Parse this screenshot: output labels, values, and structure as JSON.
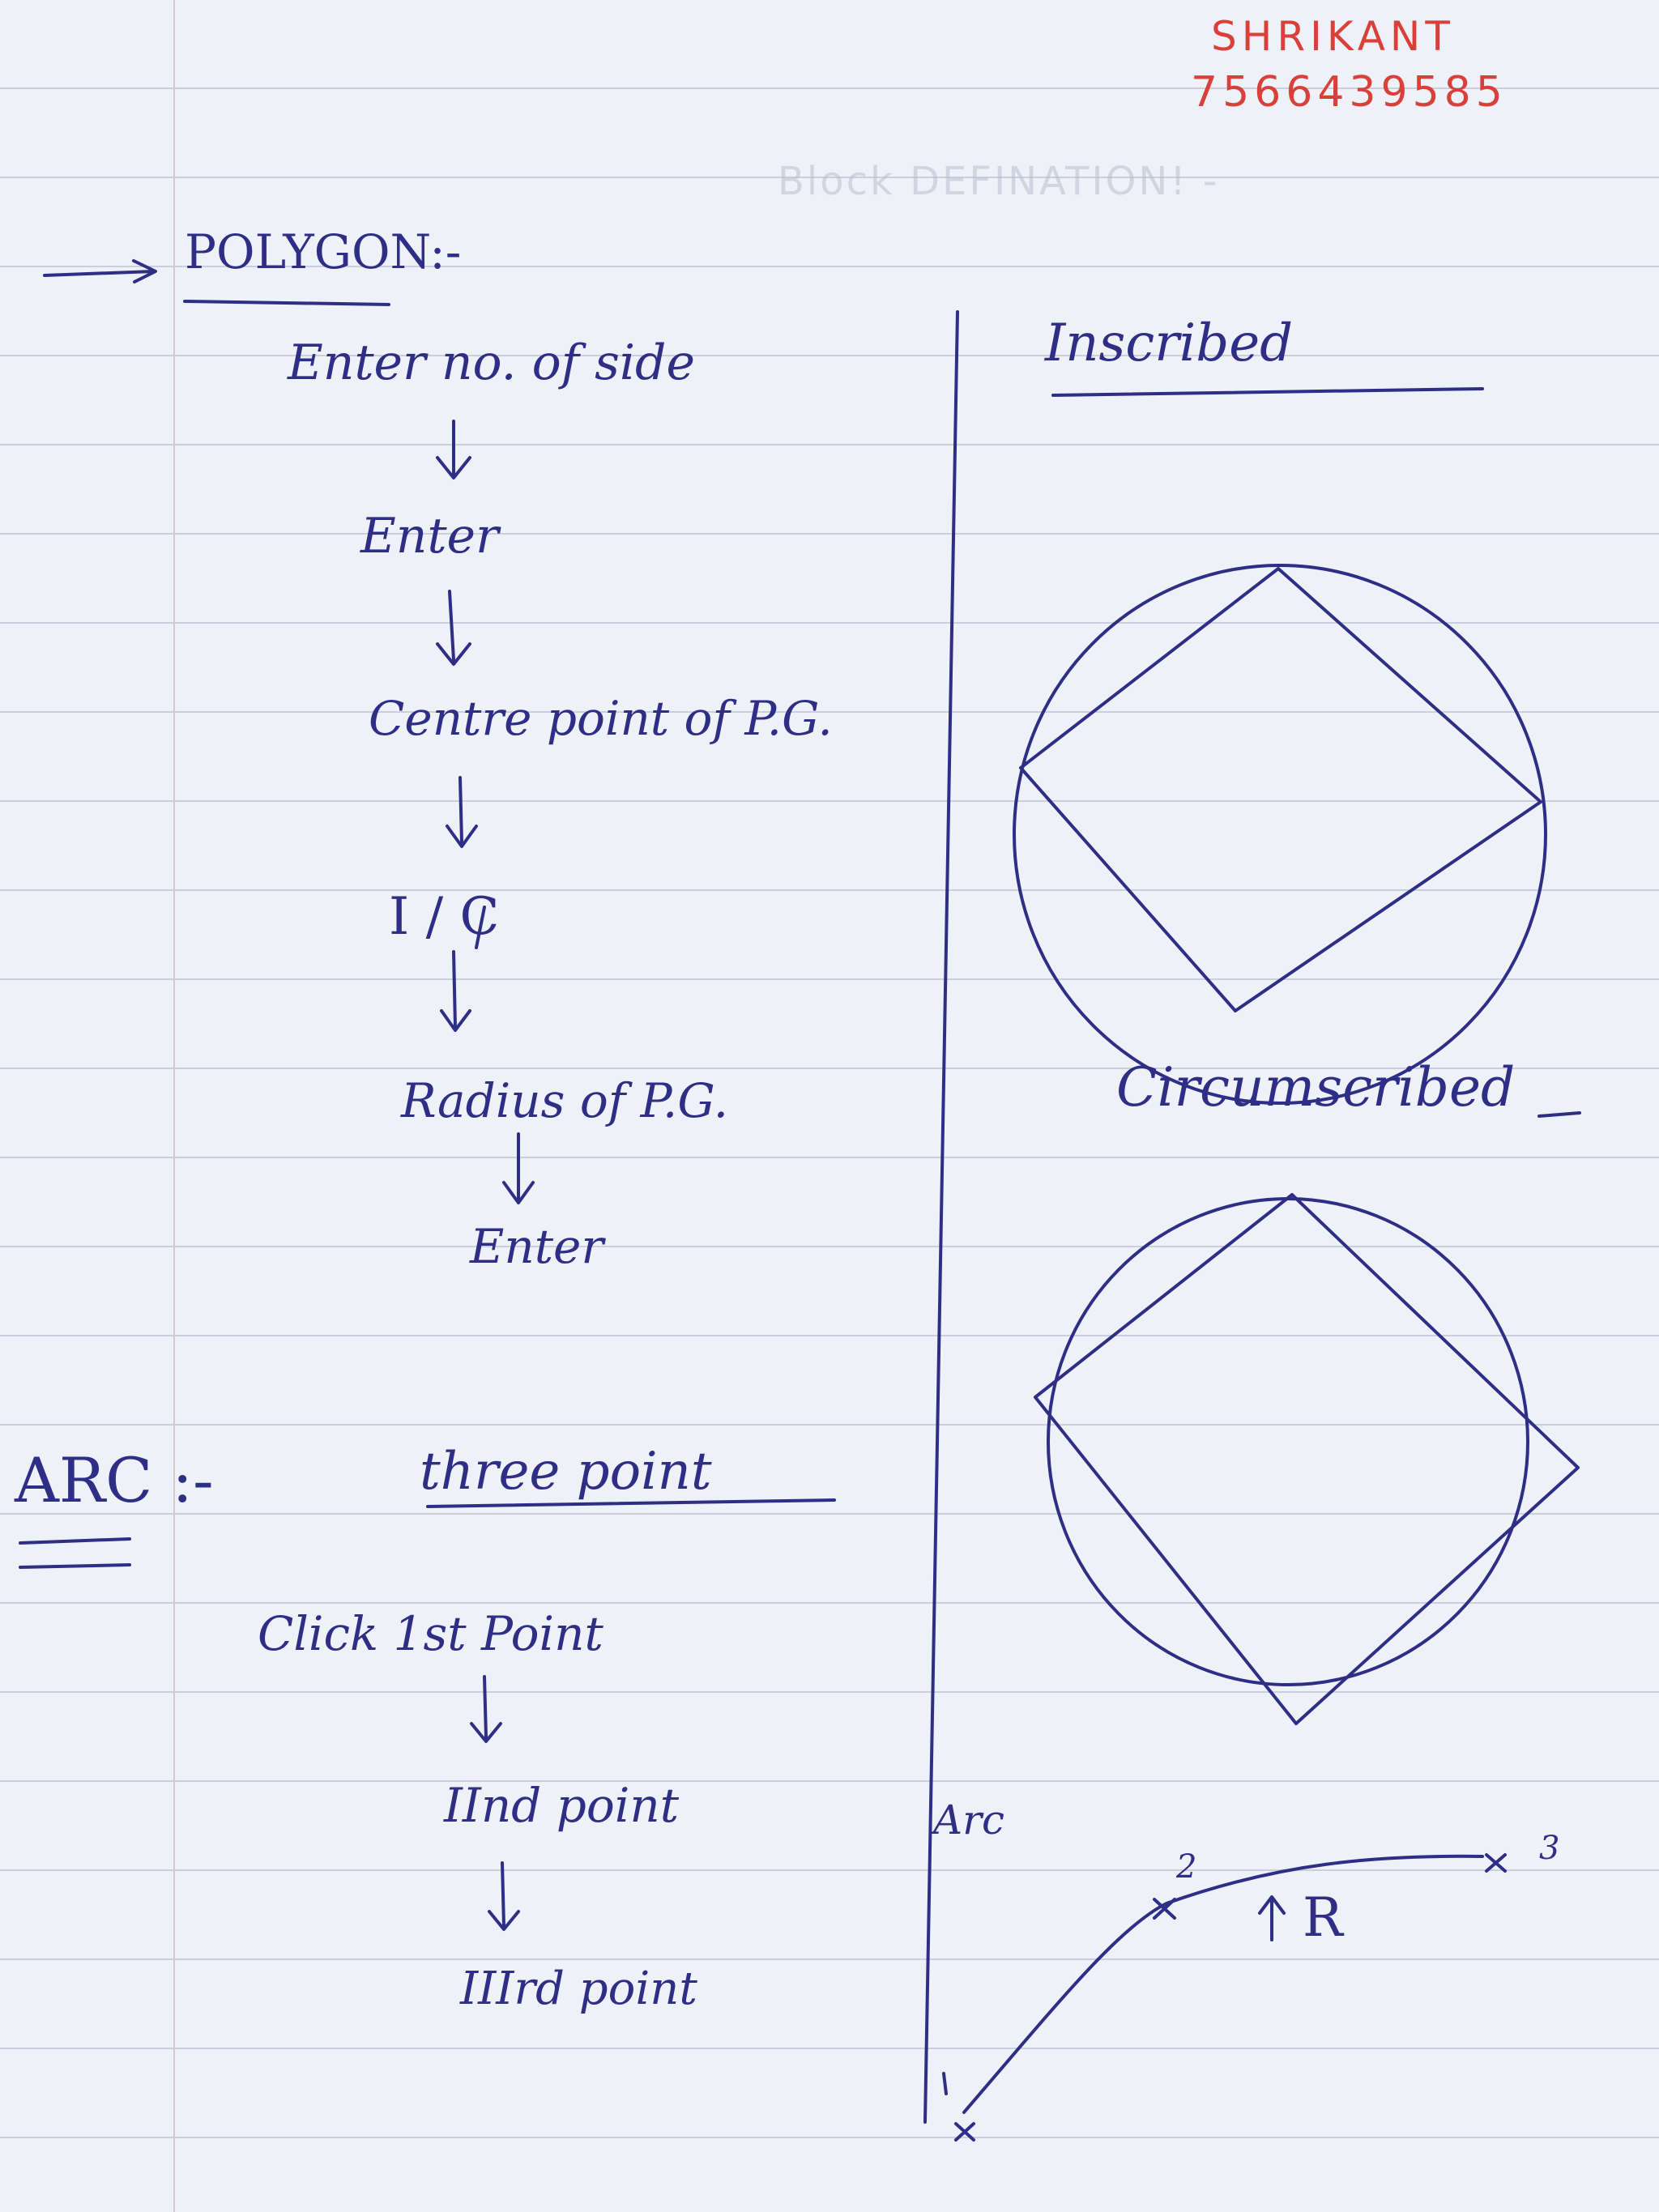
{
  "header": {
    "author_name": "SHRIKANT",
    "phone": "7566439585"
  },
  "ghost_text": {
    "block_definition": "Block DEFINATION! -"
  },
  "polygon_section": {
    "title": "POLYGON:-",
    "steps": [
      "Enter no. of side",
      "Enter",
      "Centre point of P.G.",
      "I / C",
      "Radius of P.G.",
      "Enter"
    ]
  },
  "arc_section": {
    "title": "ARC :-",
    "subtitle": "three point",
    "steps": [
      "Click 1st Point",
      "IInd point",
      "IIIrd point"
    ]
  },
  "sketches": {
    "inscribed_label": "Inscribed",
    "circumscribed_label": "Circumscribed",
    "arc_label": "Arc",
    "arc_point_2": "2",
    "arc_point_3": "3",
    "arc_radius_label": "R"
  },
  "colors": {
    "ink": "#2e2e86",
    "red_ink": "#d9403a",
    "paper": "#eef1f7",
    "ruled_line": "#c9cfdb"
  }
}
